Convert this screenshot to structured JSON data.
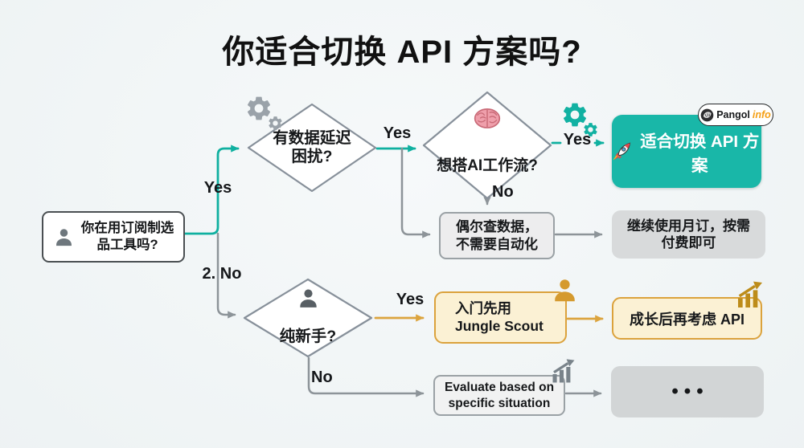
{
  "title": "你适合切换 API 方案吗?",
  "colors": {
    "teal": "#19b7a8",
    "teal_line": "#0fb0a0",
    "orange_line": "#dca43e",
    "gray_line": "#8d9499",
    "yellow_fill": "#fbf1d4",
    "yellow_border": "#dba23c",
    "badge_accent": "#f59f13"
  },
  "start": {
    "line1": "你在用订阅制选",
    "line2": "品工具吗?",
    "icon": "person-icon"
  },
  "decisions": {
    "data_delay": {
      "line1": "有数据延迟",
      "line2": "困扰?",
      "icon": "gears-icon"
    },
    "ai_workflow": {
      "label": "想搭AI工作流?",
      "icon": "brain-icon"
    },
    "newbie": {
      "label": "纯新手?",
      "icon": "person-icon"
    }
  },
  "edge_labels": {
    "start_yes": "Yes",
    "start_no": "2. No",
    "delay_yes": "Yes",
    "ai_yes": "Yes",
    "ai_no": "No",
    "newbie_yes": "Yes",
    "newbie_no": "No"
  },
  "outcomes": {
    "switch_api": {
      "label": "适合切换 API 方案",
      "icon": "rocket-icon",
      "badge": {
        "brand": "Pangol",
        "brand_suffix": "info",
        "icon": "pangolin-logo-icon"
      }
    },
    "occasional": {
      "line1": "偶尔查数据，",
      "line2": "不需要自动化"
    },
    "keep_monthly": {
      "line1": "继续使用月订，按需",
      "line2": "付费即可"
    },
    "jungle_scout": {
      "line1": "入门先用",
      "line2": "Jungle Scout",
      "icon": "person-icon"
    },
    "grow_later": {
      "label": "成长后再考虑 API",
      "icon": "growth-chart-icon"
    },
    "evaluate": {
      "line1": "Evaluate based on",
      "line2": "specific situation",
      "icon": "growth-chart-icon"
    },
    "ellipsis": {
      "label": "•••"
    }
  }
}
